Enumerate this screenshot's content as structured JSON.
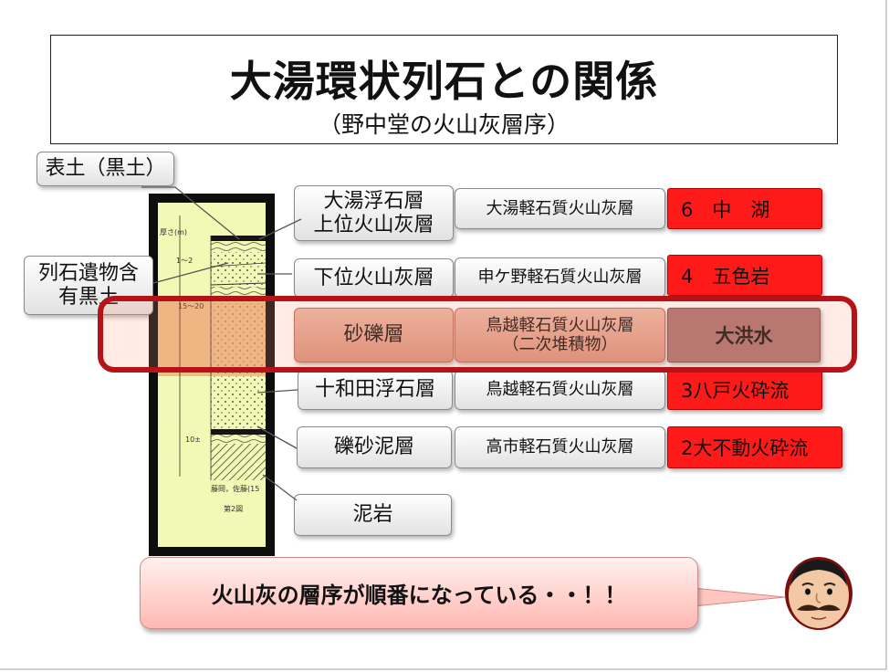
{
  "title": "大湯環状列石との関係",
  "subtitle": "（野中堂の火山灰層序）",
  "callouts": {
    "topsoil": "表土（黒土）",
    "artifact_layer": [
      "列石遺物含",
      "有黒土"
    ]
  },
  "rows": [
    {
      "layer": [
        "大湯浮石層",
        "上位火山灰層"
      ],
      "tephra": "大湯軽石質火山灰層",
      "event": "6　中　湖"
    },
    {
      "layer": [
        "下位火山灰層"
      ],
      "tephra": "申ケ野軽石質火山灰層",
      "event": "4　五色岩"
    },
    {
      "layer": [
        "砂礫層"
      ],
      "tephra": [
        "鳥越軽石質火山灰層",
        "（二次堆積物）"
      ],
      "event": "大洪水"
    },
    {
      "layer": [
        "十和田浮石層"
      ],
      "tephra": "鳥越軽石質火山灰層",
      "event": "3八戸火砕流"
    },
    {
      "layer": [
        "礫砂泥層"
      ],
      "tephra": "高市軽石質火山灰層",
      "event": "2大不動火砕流"
    },
    {
      "layer": [
        "泥岩"
      ]
    }
  ],
  "column_figure": {
    "labels": [
      "厚さ(m)",
      "1〜2",
      "15〜20",
      "10±",
      "藤岡，佐藤(15",
      "第2図"
    ]
  },
  "speech": "火山灰の層序が順番になっている・・！！",
  "colors": {
    "event_red": "#ff1a1a",
    "highlight_border": "#b41418",
    "column_bg": "#f2f9b4",
    "flood_box": "#a87070"
  }
}
